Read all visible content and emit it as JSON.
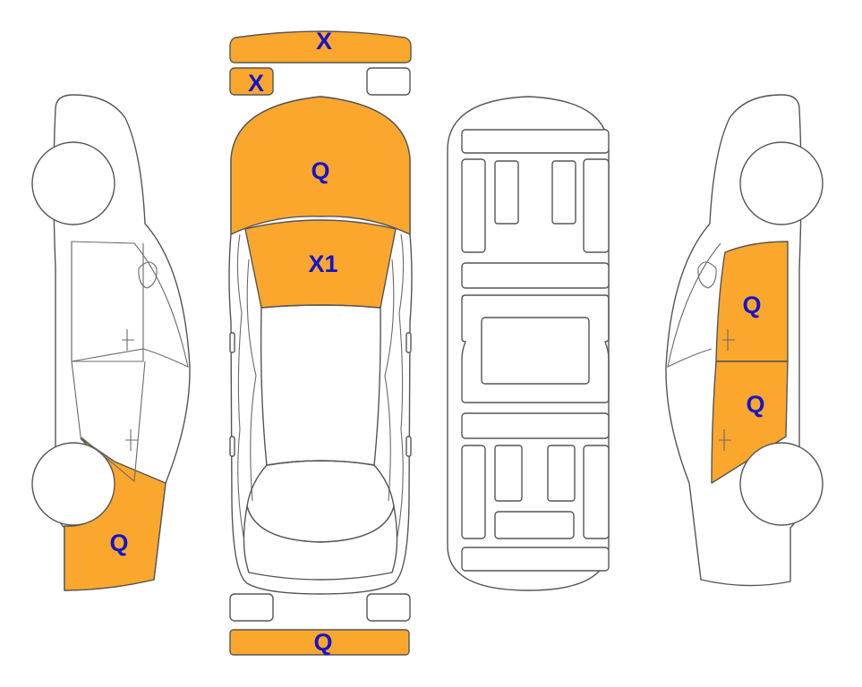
{
  "colors": {
    "damage_fill": "#FBA72E",
    "label": "#1515C8",
    "outline": "#555555",
    "background": "#ffffff"
  },
  "labels": {
    "front_bumper": "X",
    "front_left_light": "X",
    "hood": "Q",
    "windshield": "X1",
    "rear_bumper": "Q",
    "left_rear_fender": "Q",
    "right_front_door": "Q",
    "right_rear_door": "Q"
  }
}
